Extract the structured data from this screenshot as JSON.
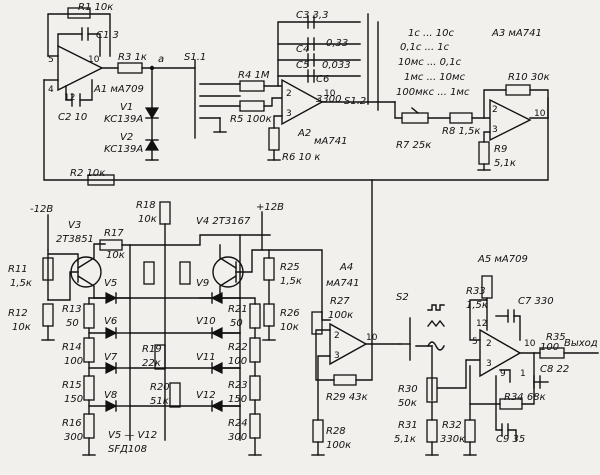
{
  "labels": {
    "r1": "R1 10к",
    "c1": "C1 3",
    "r3": "R3 1к",
    "a1": "A1 мA709",
    "c2": "C2 10",
    "v1": "V1",
    "v1t": "KC139A",
    "v2": "V2",
    "v2t": "KC139A",
    "node_a": "a",
    "s11": "S1.1",
    "r4": "R4 1M",
    "r5": "R5 100к",
    "c3": "C3 3,3",
    "c4": "C4",
    "c4v": "0,33",
    "c5": "C5",
    "c5v": "0,033",
    "c6": "C6",
    "c6v": "3300",
    "a2": "A2",
    "a2t": "мA741",
    "r6": "R6 10 к",
    "s12": "S1.2",
    "range1": "1с ... 10с",
    "range2": "0,1с ... 1с",
    "range3": "10мс ... 0,1с",
    "range4": "1мс ... 10мс",
    "range5": "100мкс ... 1мс",
    "a3": "A3 мA741",
    "r10": "R10 30к",
    "r7": "R7 25к",
    "r8": "R8 1,5к",
    "r9": "R9",
    "r9v": "5,1к",
    "r2": "R2 10к",
    "neg12": "-12В",
    "v3": "V3",
    "v3t": "2Т3851",
    "r17": "R17",
    "r17v": "10к",
    "r18": "R18",
    "r18v": "10к",
    "v4": "V4 2Т3167",
    "pos12": "+12В",
    "r11": "R11",
    "r11v": "1,5к",
    "r12": "R12",
    "r12v": "10к",
    "v5": "V5",
    "v6": "V6",
    "v7": "V7",
    "v8": "V8",
    "v9": "V9",
    "v10": "V10",
    "v11": "V11",
    "v12": "V12",
    "r13": "R13",
    "r13v": "50",
    "r14": "R14",
    "r14v": "100",
    "r15": "R15",
    "r15v": "150",
    "r16": "R16",
    "r16v": "300",
    "r19": "R19",
    "r19v": "22к",
    "r20": "R20",
    "r20v": "51к",
    "r21": "R21",
    "r21v": "50",
    "r22": "R22",
    "r22v": "100",
    "r23": "R23",
    "r23v": "150",
    "r24": "R24",
    "r24v": "300",
    "r25": "R25",
    "r25v": "1,5к",
    "r26": "R26",
    "r26v": "10к",
    "vgroup": "V5 — V12",
    "vgroupt": "SFД108",
    "a4": "A4",
    "a4t": "мA741",
    "r27": "R27",
    "r27v": "100к",
    "r28": "R28",
    "r28v": "100к",
    "r29": "R29 43к",
    "s2": "S2",
    "a5": "A5 мA709",
    "r33": "R33",
    "r33v": "1,5к",
    "c7": "C7 330",
    "r35": "R35",
    "r35v": "100",
    "out": "Выход",
    "c8": "C8 22",
    "r30": "R30",
    "r30v": "50к",
    "r31": "R31",
    "r31v": "5,1к",
    "r32": "R32",
    "r32v": "330к",
    "c9": "C9 35",
    "r34": "R34 68к"
  },
  "pins": [
    "5",
    "10",
    "4",
    "12",
    "2",
    "3",
    "9",
    "1"
  ]
}
